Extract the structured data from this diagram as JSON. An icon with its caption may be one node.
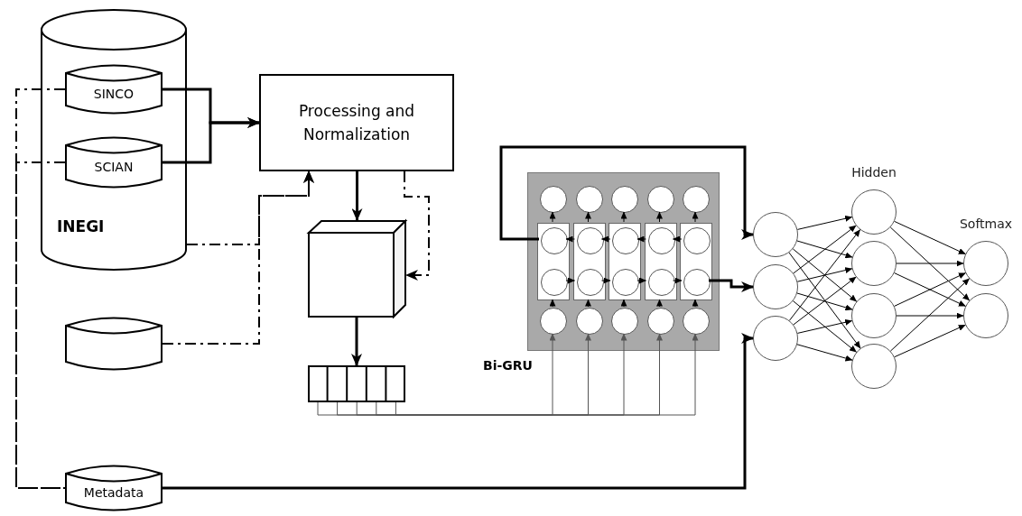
{
  "diagram": {
    "nodes": [
      {
        "text": [
          "INEGI"
        ]
      },
      {
        "text": [
          "SINCO"
        ],
        "in": 0
      },
      {
        "text": [
          "SCIAN"
        ],
        "in": 0
      },
      {
        "text": [
          "Processing and Normalization"
        ]
      },
      {
        "text": [],
        "shape": "cube"
      },
      {
        "text": [],
        "shape": "cylinder"
      },
      {
        "text": [],
        "shape": "bar"
      },
      {
        "text": [
          "Metadata"
        ]
      },
      {
        "text": [
          "Bi-GRU"
        ]
      },
      {
        "text": [],
        "shape": "circle",
        "in": 8
      },
      {
        "text": [],
        "shape": "circle",
        "in": 8
      },
      {
        "text": [],
        "shape": "circle",
        "in": 8
      },
      {
        "text": [],
        "shape": "circle",
        "in": 8
      },
      {
        "text": [],
        "shape": "circle",
        "in": 8
      },
      {
        "text": [],
        "shape": "box",
        "in": 8
      },
      {
        "text": [],
        "shape": "box",
        "in": 8
      },
      {
        "text": [],
        "shape": "box",
        "in": 8
      },
      {
        "text": [],
        "shape": "box",
        "in": 8
      },
      {
        "text": [],
        "shape": "box",
        "in": 8
      },
      {
        "text": [],
        "shape": "circle",
        "in": 14
      },
      {
        "text": [],
        "shape": "circle",
        "in": 15
      },
      {
        "text": [],
        "shape": "circle",
        "in": 16
      },
      {
        "text": [],
        "shape": "circle",
        "in": 17
      },
      {
        "text": [],
        "shape": "circle",
        "in": 18
      },
      {
        "text": [],
        "shape": "circle",
        "in": 14
      },
      {
        "text": [],
        "shape": "circle",
        "in": 15
      },
      {
        "text": [],
        "shape": "circle",
        "in": 16
      },
      {
        "text": [],
        "shape": "circle",
        "in": 17
      },
      {
        "text": [],
        "shape": "circle",
        "in": 18
      },
      {
        "text": [],
        "shape": "circle",
        "in": 8
      },
      {
        "text": [],
        "shape": "circle",
        "in": 8
      },
      {
        "text": [],
        "shape": "circle",
        "in": 8
      },
      {
        "text": [],
        "shape": "circle",
        "in": 8
      },
      {
        "text": [],
        "shape": "circle",
        "in": 8
      },
      {
        "text": [],
        "shape": "circle"
      },
      {
        "text": [],
        "shape": "circle"
      },
      {
        "text": [],
        "shape": "circle"
      },
      {
        "text": [],
        "shape": "circle",
        "beside": [
          "Hidden"
        ]
      },
      {
        "text": [],
        "shape": "circle"
      },
      {
        "text": [],
        "shape": "circle"
      },
      {
        "text": [],
        "shape": "circle"
      },
      {
        "text": [],
        "shape": "circle",
        "beside": [
          "Softmax"
        ]
      },
      {
        "text": [],
        "shape": "circle"
      }
    ],
    "edges": [
      {
        "from": 1,
        "to": 3,
        "arrow": "to",
        "style": "thick"
      },
      {
        "from": 2,
        "to": 3,
        "arrow": "to",
        "style": "thick"
      },
      {
        "from": 1,
        "to": 7,
        "arrow": "none",
        "style": "dashed"
      },
      {
        "from": 2,
        "to": 7,
        "arrow": "none",
        "style": "dashed"
      },
      {
        "from": 0,
        "to": 3,
        "arrow": "to",
        "style": "dashed"
      },
      {
        "from": 5,
        "to": 3,
        "arrow": "to",
        "style": "dashed"
      },
      {
        "from": 3,
        "to": 4,
        "arrow": "to",
        "style": "thick"
      },
      {
        "from": 3,
        "to": 4,
        "arrow": "to",
        "style": "dashed"
      },
      {
        "from": 4,
        "to": 6,
        "arrow": "to",
        "style": "thick"
      },
      {
        "from": 6,
        "to": 29,
        "arrow": "to",
        "color": "#555555"
      },
      {
        "from": 6,
        "to": 30,
        "arrow": "to",
        "color": "#555555"
      },
      {
        "from": 6,
        "to": 31,
        "arrow": "to",
        "color": "#555555"
      },
      {
        "from": 6,
        "to": 32,
        "arrow": "to",
        "color": "#555555"
      },
      {
        "from": 6,
        "to": 33,
        "arrow": "to",
        "color": "#555555"
      },
      {
        "from": 19,
        "to": 34,
        "arrow": "to",
        "style": "thick"
      },
      {
        "from": 28,
        "to": 35,
        "arrow": "to",
        "style": "thick"
      },
      {
        "from": 7,
        "to": 36,
        "arrow": "to",
        "style": "thick"
      },
      {
        "from": 29,
        "to": 14,
        "arrow": "to"
      },
      {
        "from": 30,
        "to": 15,
        "arrow": "to"
      },
      {
        "from": 31,
        "to": 16,
        "arrow": "to"
      },
      {
        "from": 32,
        "to": 17,
        "arrow": "to"
      },
      {
        "from": 33,
        "to": 18,
        "arrow": "to"
      },
      {
        "from": 14,
        "to": 9,
        "arrow": "to"
      },
      {
        "from": 15,
        "to": 10,
        "arrow": "to"
      },
      {
        "from": 16,
        "to": 11,
        "arrow": "to"
      },
      {
        "from": 17,
        "to": 12,
        "arrow": "to"
      },
      {
        "from": 18,
        "to": 13,
        "arrow": "to"
      },
      {
        "from": 20,
        "to": 19,
        "arrow": "to"
      },
      {
        "from": 21,
        "to": 20,
        "arrow": "to"
      },
      {
        "from": 22,
        "to": 21,
        "arrow": "to"
      },
      {
        "from": 23,
        "to": 22,
        "arrow": "to"
      },
      {
        "from": 24,
        "to": 25,
        "arrow": "to"
      },
      {
        "from": 25,
        "to": 26,
        "arrow": "to"
      },
      {
        "from": 26,
        "to": 27,
        "arrow": "to"
      },
      {
        "from": 27,
        "to": 28,
        "arrow": "to"
      },
      {
        "from": 34,
        "to": 37,
        "arrow": "to"
      },
      {
        "from": 34,
        "to": 38,
        "arrow": "to"
      },
      {
        "from": 34,
        "to": 39,
        "arrow": "to"
      },
      {
        "from": 34,
        "to": 40,
        "arrow": "to"
      },
      {
        "from": 35,
        "to": 37,
        "arrow": "to"
      },
      {
        "from": 35,
        "to": 38,
        "arrow": "to"
      },
      {
        "from": 35,
        "to": 39,
        "arrow": "to"
      },
      {
        "from": 35,
        "to": 40,
        "arrow": "to"
      },
      {
        "from": 36,
        "to": 37,
        "arrow": "to"
      },
      {
        "from": 36,
        "to": 38,
        "arrow": "to"
      },
      {
        "from": 36,
        "to": 39,
        "arrow": "to"
      },
      {
        "from": 36,
        "to": 40,
        "arrow": "to"
      },
      {
        "from": 37,
        "to": 41,
        "arrow": "to"
      },
      {
        "from": 37,
        "to": 42,
        "arrow": "to"
      },
      {
        "from": 38,
        "to": 41,
        "arrow": "to"
      },
      {
        "from": 38,
        "to": 42,
        "arrow": "to"
      },
      {
        "from": 39,
        "to": 41,
        "arrow": "to"
      },
      {
        "from": 39,
        "to": 42,
        "arrow": "to"
      },
      {
        "from": 40,
        "to": 41,
        "arrow": "to"
      },
      {
        "from": 40,
        "to": 42,
        "arrow": "to"
      }
    ]
  }
}
